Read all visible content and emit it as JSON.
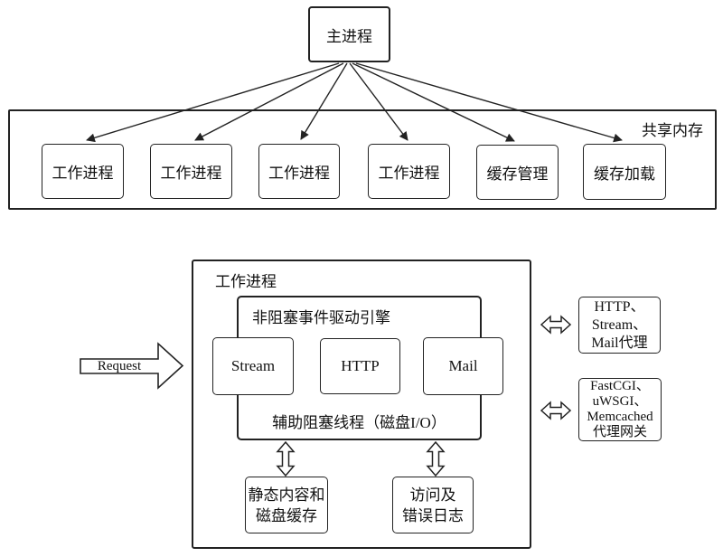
{
  "colors": {
    "line": "#222222",
    "background": "#ffffff",
    "text": "#111111"
  },
  "top": {
    "master_label": "主进程",
    "shared_memory_label": "共享内存",
    "boxes": [
      "工作进程",
      "工作进程",
      "工作进程",
      "工作进程",
      "缓存管理",
      "缓存加载"
    ]
  },
  "bottom": {
    "worker_label": "工作进程",
    "request_label": "Request",
    "engine_label": "非阻塞事件驱动引擎",
    "engine_modules": [
      "Stream",
      "HTTP",
      "Mail"
    ],
    "threads_label": "辅助阻塞线程（磁盘I/O）",
    "cache_box": {
      "line1": "静态内容和",
      "line2": "磁盘缓存"
    },
    "logs_box": {
      "line1": "访问及",
      "line2": "错误日志"
    },
    "proxy_box": {
      "line1": "HTTP、",
      "line2": "Stream、",
      "line3": "Mail代理"
    },
    "gateway_box": {
      "line1": "FastCGI、",
      "line2": "uWSGI、",
      "line3": "Memcached",
      "line4": "代理网关"
    }
  }
}
